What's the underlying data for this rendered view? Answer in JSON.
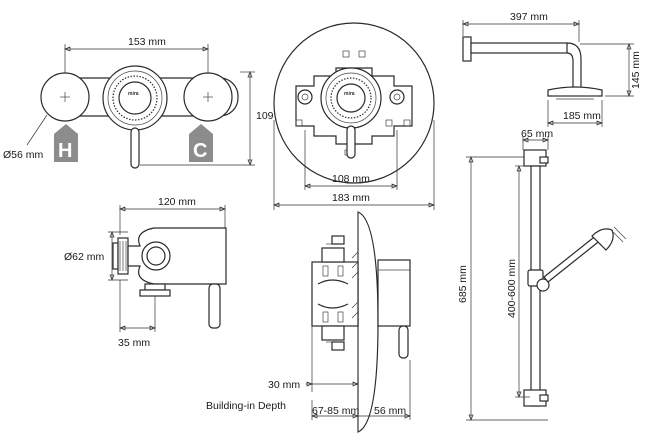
{
  "dimensions": {
    "bar_valve_width": "153 mm",
    "bar_valve_height": "109 mm",
    "outlet_diameter": "Ø56 mm",
    "concealed_plate_width": "183 mm",
    "concealed_body_width": "108 mm",
    "shower_arm_reach": "397 mm",
    "shower_arm_height": "145 mm",
    "head_diameter": "185 mm",
    "side_body_length": "120 mm",
    "side_diameter": "Ø62 mm",
    "side_outlet_offset": "35 mm",
    "riser_top": "65 mm",
    "riser_length": "685 mm",
    "riser_adjust": "400-600 mm",
    "wall_clearance": "30 mm",
    "building_depth": "67-85 mm",
    "projection": "56 mm"
  },
  "labels": {
    "hot": "H",
    "cold": "C",
    "building_in_depth": "Building-in Depth",
    "brand": "mira"
  },
  "colors": {
    "badge": "#8c8c8c",
    "line": "#2a2a2a"
  }
}
